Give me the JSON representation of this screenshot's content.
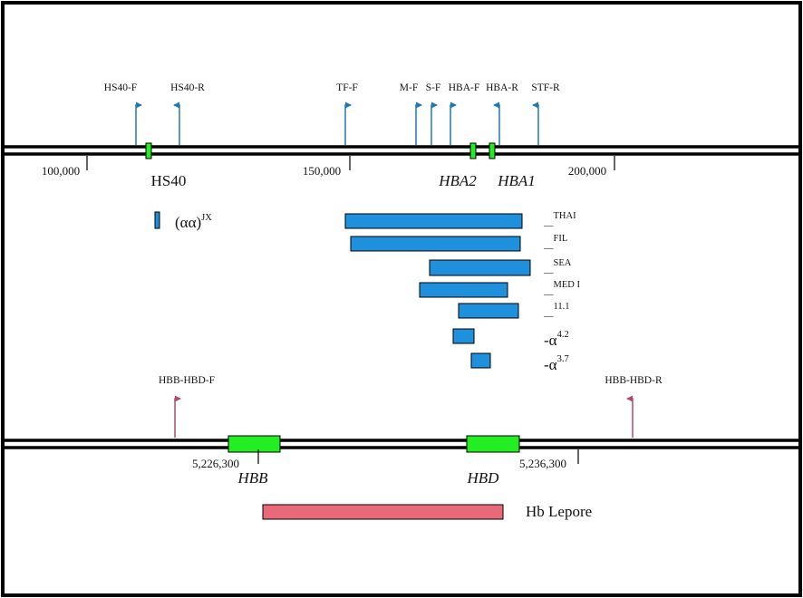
{
  "alpha_locus": {
    "primers": [
      "HS40-F",
      "HS40-R",
      "TF-F",
      "M-F",
      "S-F",
      "HBA-F",
      "HBA-R",
      "STF-R"
    ],
    "coordinates": [
      "100,000",
      "150,000",
      "200,000"
    ],
    "genes": {
      "hs40": "HS40",
      "hba2": "HBA2",
      "hba1": "HBA1"
    },
    "deletions": {
      "jx_base": "(αα)",
      "jx_sup": "JX",
      "thai": "__",
      "thai_sup": "THAI",
      "fil": "__",
      "fil_sup": "FIL",
      "sea": "__",
      "sea_sup": "SEA",
      "med": "__",
      "med_sup": "MED I",
      "d111": "__",
      "d111_sup": "11.1",
      "a42_base": "-α",
      "a42_sup": "4.2",
      "a37_base": "-α",
      "a37_sup": "3.7"
    }
  },
  "beta_locus": {
    "primers": [
      "HBB-HBD-F",
      "HBB-HBD-R"
    ],
    "coordinates": [
      "5,226,300",
      "5,236,300"
    ],
    "genes": {
      "hbb": "HBB",
      "hbd": "HBD"
    },
    "fusion_label": "Hb Lepore"
  },
  "colors": {
    "primer_blue": "#1f78b4",
    "primer_pink": "#b04a6a",
    "gene_green": "#22ee22",
    "deletion_blue": "#1e90dc",
    "lepore_pink": "#e8697a",
    "chromosome_line": "#000000"
  }
}
